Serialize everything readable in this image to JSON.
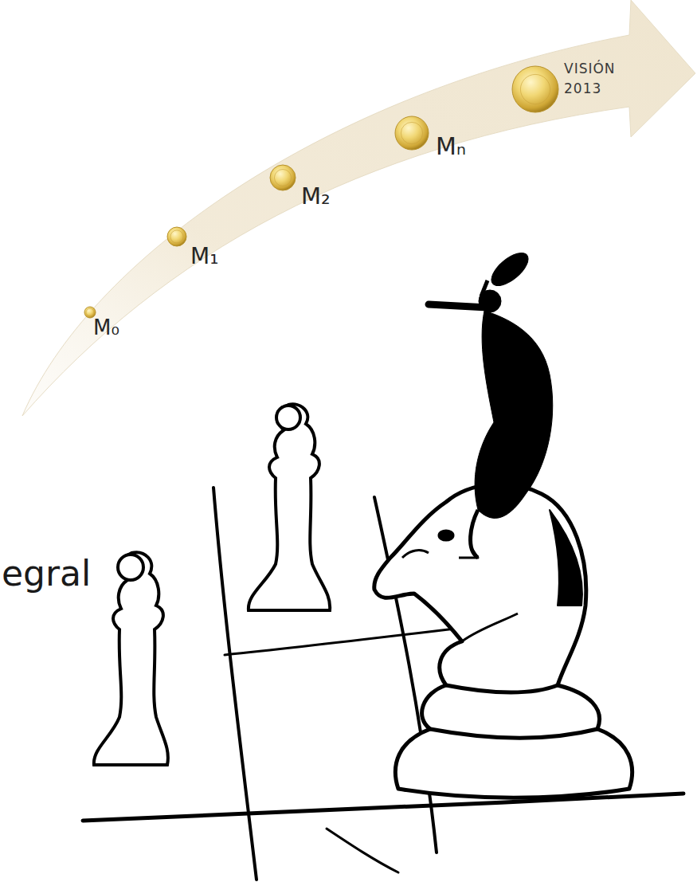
{
  "diagram": {
    "nodes": [
      {
        "text": [
          "M₀"
        ]
      },
      {
        "text": [
          "M₁"
        ]
      },
      {
        "text": [
          "M₂"
        ]
      },
      {
        "text": [
          "Mₙ"
        ]
      },
      {
        "text": [
          "VISIÓN 2013"
        ]
      }
    ],
    "labels": [
      "egral"
    ]
  }
}
